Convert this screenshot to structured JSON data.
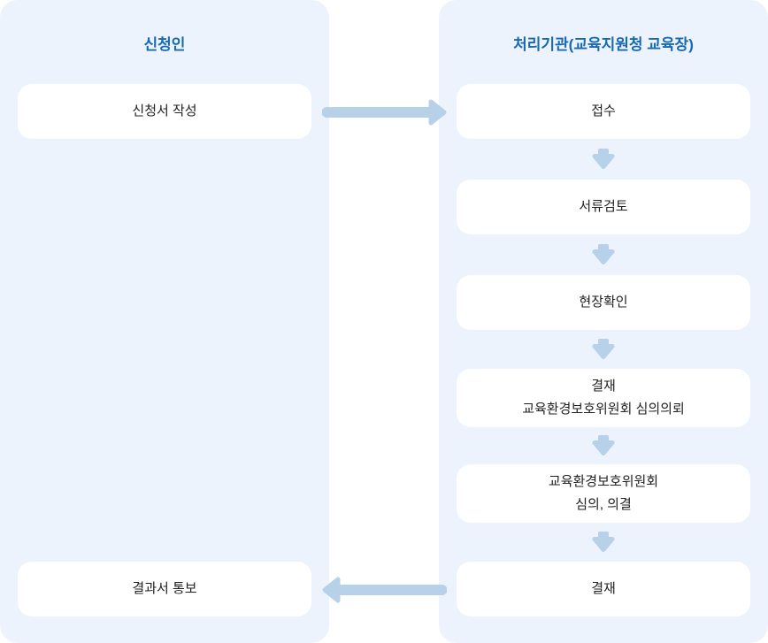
{
  "colors": {
    "panel_bg": "#edf3fc",
    "box_bg": "#ffffff",
    "arrow": "#b7d1e8",
    "title_blue": "#1769b4",
    "step_text": "#222222"
  },
  "columns": [
    {
      "id": "applicant",
      "title": "신청인",
      "steps": [
        {
          "lines": [
            "신청서 작성"
          ]
        },
        {
          "lines": [
            "결과서 통보"
          ]
        }
      ]
    },
    {
      "id": "agency",
      "title": "처리기관(교육지원청 교육장)",
      "steps": [
        {
          "lines": [
            "접수"
          ]
        },
        {
          "lines": [
            "서류검토"
          ]
        },
        {
          "lines": [
            "현장확인"
          ]
        },
        {
          "lines": [
            "결재",
            "교육환경보호위원회 심의의뢰"
          ]
        },
        {
          "lines": [
            "교육환경보호위원회",
            "심의, 의결"
          ]
        },
        {
          "lines": [
            "결재"
          ]
        }
      ]
    }
  ]
}
